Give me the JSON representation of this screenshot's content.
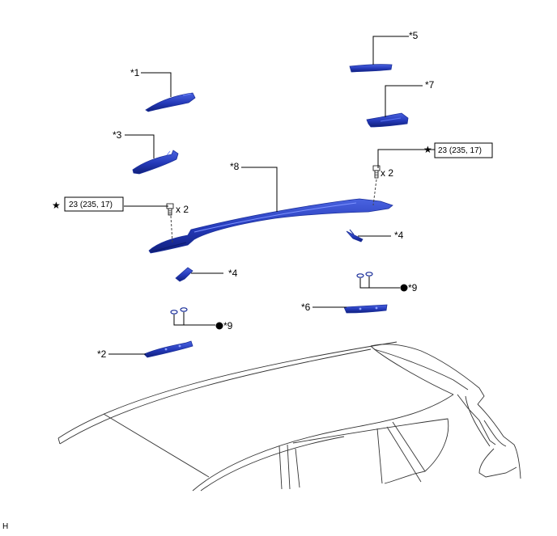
{
  "callouts": {
    "c1": "*1",
    "c2": "*2",
    "c3": "*3",
    "c4a": "*4",
    "c4b": "*4",
    "c5": "*5",
    "c6": "*6",
    "c7": "*7",
    "c8": "*8",
    "c9a": "*9",
    "c9b": "*9"
  },
  "torque_left": {
    "star": "★",
    "spec": "23 (235, 17)",
    "qty": "x 2"
  },
  "torque_right": {
    "star": "★",
    "spec": "23 (235, 17)",
    "qty": "x 2"
  },
  "corner_code": "H",
  "colors": {
    "part_fill": "#2a3fc4",
    "part_dark": "#12248a",
    "line": "#000000"
  }
}
